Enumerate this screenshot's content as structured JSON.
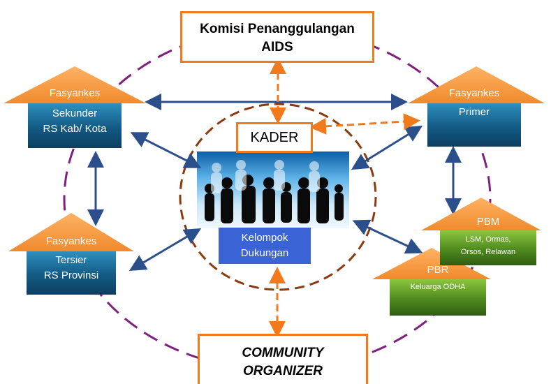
{
  "kpa": {
    "line1": "Komisi Penanggulangan",
    "line2": "AIDS"
  },
  "kader": "KADER",
  "kelompok": {
    "line1": "Kelompok",
    "line2": "Dukungan"
  },
  "community": {
    "line1": "COMMUNITY",
    "line2": "ORGANIZER"
  },
  "sekunder": {
    "roof": "Fasyankes",
    "line1": "Sekunder",
    "line2": "RS Kab/ Kota"
  },
  "primer": {
    "roof": "Fasyankes",
    "line1": "Primer"
  },
  "tersier": {
    "roof": "Fasyankes",
    "line1": "Tersier",
    "line2": "RS Provinsi"
  },
  "pbm": {
    "roof": "PBM",
    "line1": "LSM, Ormas,",
    "line2": "Orsos, Relawan"
  },
  "pbr": {
    "roof": "PBR",
    "line1": "Keluarga ODHA"
  },
  "colors": {
    "orange": "#f07a1c",
    "purple": "#7f1f7f",
    "brown": "#8a3a0e",
    "navy": "#2b4f8a",
    "kelompok_blue": "#3a63d6"
  }
}
